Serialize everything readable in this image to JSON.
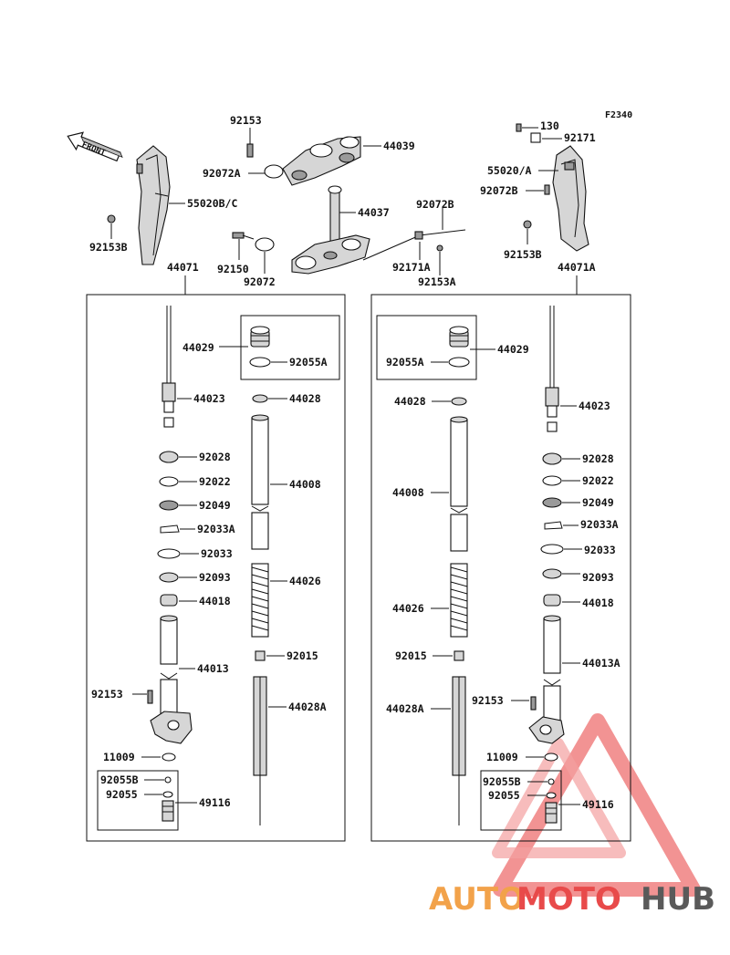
{
  "figure_code": "F2340",
  "front_label": "FRONT",
  "watermark": {
    "part1": "AUTO",
    "part2": "MOTO",
    "part3": "HUB",
    "color_orange": "#f2a24a",
    "color_red": "#e84a4a",
    "color_gray": "#5a5a5a"
  },
  "top_labels": {
    "p92153": "92153",
    "p44039": "44039",
    "p92072A": "92072A",
    "p44037": "44037",
    "p92072B": "92072B",
    "p92150": "92150",
    "p92072": "92072",
    "p92171A": "92171A",
    "p92153A": "92153A",
    "p55020BC": "55020B/C",
    "p92153B_left": "92153B",
    "p130": "130",
    "p92171": "92171",
    "p55020A": "55020/A",
    "p92072B_right": "92072B",
    "p92153B_right": "92153B"
  },
  "left_fork": {
    "assembly": "44071",
    "labels": {
      "p44029": "44029",
      "p92055A": "92055A",
      "p44023": "44023",
      "p44028": "44028",
      "p92028": "92028",
      "p92022": "92022",
      "p44008": "44008",
      "p92049": "92049",
      "p92033A": "92033A",
      "p92033": "92033",
      "p92093": "92093",
      "p44026": "44026",
      "p44018": "44018",
      "p92015": "92015",
      "p44013": "44013",
      "p92153": "92153",
      "p44028A": "44028A",
      "p11009": "11009",
      "p92055B": "92055B",
      "p92055": "92055",
      "p49116": "49116"
    }
  },
  "right_fork": {
    "assembly": "44071A",
    "labels": {
      "p44029": "44029",
      "p92055A": "92055A",
      "p44028": "44028",
      "p44023": "44023",
      "p92028": "92028",
      "p44008": "44008",
      "p92022": "92022",
      "p92049": "92049",
      "p92033A": "92033A",
      "p92033": "92033",
      "p92093": "92093",
      "p44026": "44026",
      "p44018": "44018",
      "p92015": "92015",
      "p44013A": "44013A",
      "p44028A": "44028A",
      "p92153": "92153",
      "p11009": "11009",
      "p92055B": "92055B",
      "p92055": "92055",
      "p49116": "49116"
    }
  }
}
